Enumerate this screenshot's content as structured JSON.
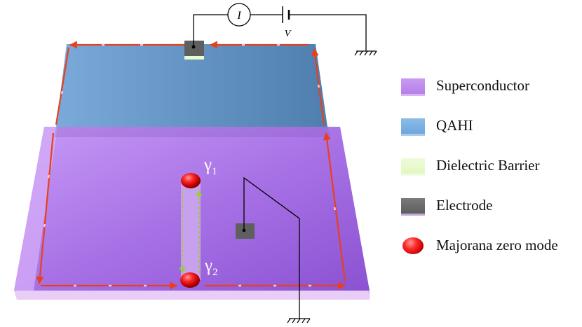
{
  "circuit": {
    "ammeter_label": "I",
    "voltage_label": "V"
  },
  "majorana": {
    "gamma1_symbol": "γ",
    "gamma1_subscript": "1",
    "gamma2_symbol": "γ",
    "gamma2_subscript": "2"
  },
  "legend": {
    "items": [
      {
        "label": "Superconductor",
        "icon": "superconductor-swatch",
        "color": "#c08af0"
      },
      {
        "label": "QAHI",
        "icon": "qahi-swatch",
        "color": "#7eb3e3"
      },
      {
        "label": "Dielectric Barrier",
        "icon": "dielectric-barrier-swatch",
        "color": "#e8fad0"
      },
      {
        "label": "Electrode",
        "icon": "electrode-swatch",
        "color": "#6b6b6b"
      },
      {
        "label": "Majorana zero mode",
        "icon": "majorana-zero-mode-icon",
        "color": "#ff1a1a"
      }
    ]
  },
  "colors": {
    "edge_arrow": "#e8401c",
    "barrier_arrow": "#9acd32"
  }
}
